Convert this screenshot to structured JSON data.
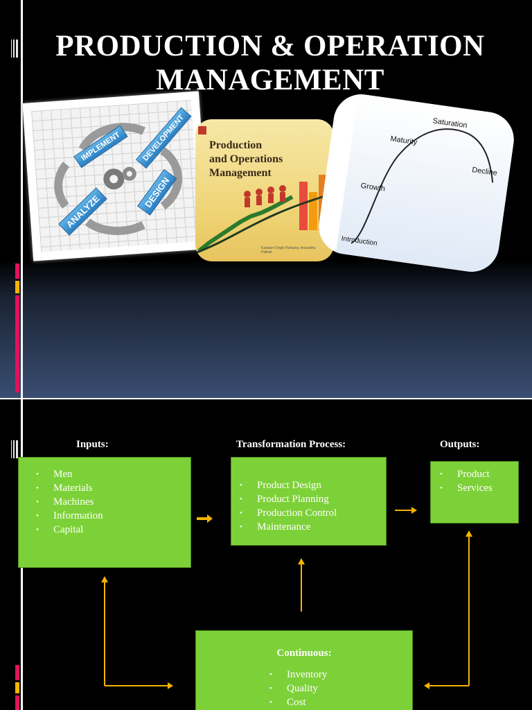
{
  "slide1": {
    "title_line1": "PRODUCTION & OPERATION",
    "title_line2": "MANAGEMENT",
    "cycle_tags": [
      "IMPLEMENT",
      "DEVELOPMENT",
      "ANALYZE",
      "DESIGN"
    ],
    "book": {
      "line1": "Production",
      "line2": "and Operations",
      "line3": "Management",
      "authors": "Kaswani Singh Pathania, Anuradha Pathak"
    },
    "lifecycle": {
      "stages": [
        "Saturation",
        "Maturity",
        "Decline",
        "Growth",
        "Introduction"
      ]
    }
  },
  "slide2": {
    "inputs": {
      "heading": "Inputs:",
      "items": [
        "Men",
        "Materials",
        "Machines",
        "Information",
        "Capital"
      ]
    },
    "process": {
      "heading": "Transformation Process:",
      "items": [
        "Product Design",
        "Product Planning",
        "Production Control",
        "Maintenance"
      ]
    },
    "outputs": {
      "heading": "Outputs:",
      "items": [
        "Product",
        "Services"
      ]
    },
    "continuous": {
      "heading": "Continuous:",
      "items": [
        "Inventory",
        "Quality",
        "Cost"
      ]
    },
    "colors": {
      "box": "#7dd138",
      "arrow": "#f4b400",
      "accent_pink": "#e0135d",
      "accent_yellow": "#f4b400"
    }
  }
}
